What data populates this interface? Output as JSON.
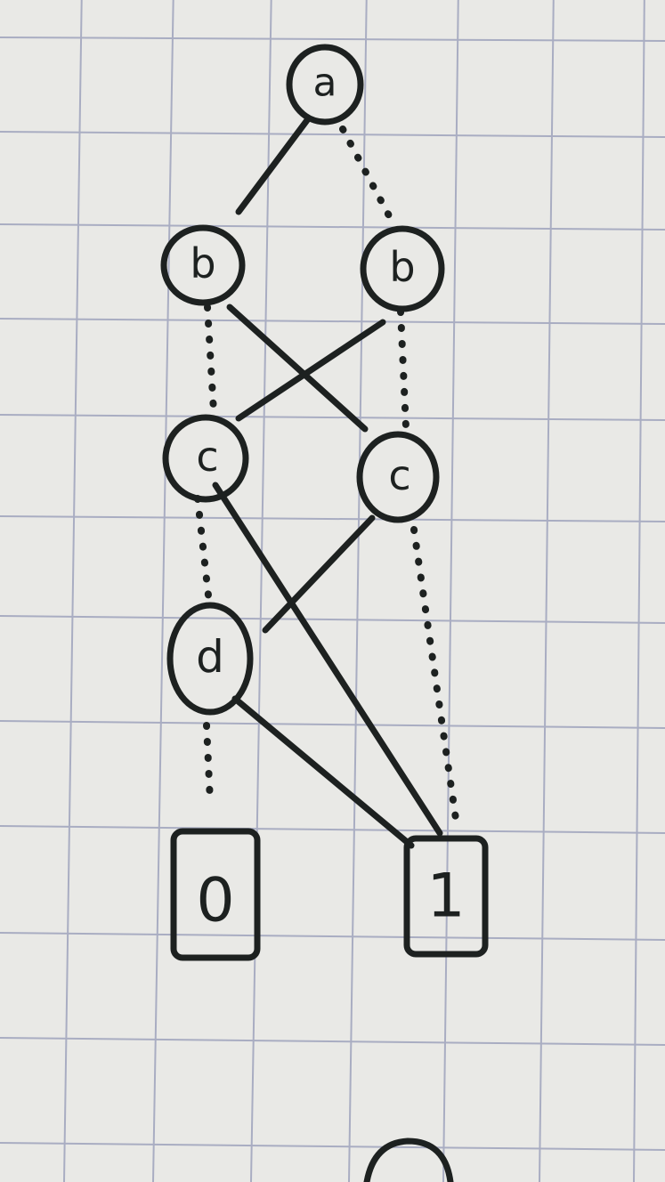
{
  "colors": {
    "paper": "#e9e9e6",
    "grid": "#a9adc2",
    "ink": "#1d2120"
  },
  "nodes": {
    "a": {
      "label": "a"
    },
    "b1": {
      "label": "b"
    },
    "b2": {
      "label": "b"
    },
    "c1": {
      "label": "c"
    },
    "c2": {
      "label": "c"
    },
    "d": {
      "label": "d"
    }
  },
  "terminals": {
    "zero": {
      "label": "0"
    },
    "one": {
      "label": "1"
    }
  },
  "edges": [
    {
      "from": "a",
      "to": "b1",
      "style": "solid"
    },
    {
      "from": "a",
      "to": "b2",
      "style": "dotted"
    },
    {
      "from": "b1",
      "to": "c1",
      "style": "dotted"
    },
    {
      "from": "b1",
      "to": "c2",
      "style": "solid"
    },
    {
      "from": "b2",
      "to": "c1",
      "style": "solid"
    },
    {
      "from": "b2",
      "to": "c2",
      "style": "dotted"
    },
    {
      "from": "c1",
      "to": "d",
      "style": "dotted"
    },
    {
      "from": "c1",
      "to": "one",
      "style": "solid"
    },
    {
      "from": "c2",
      "to": "d",
      "style": "solid"
    },
    {
      "from": "c2",
      "to": "one",
      "style": "dotted"
    },
    {
      "from": "d",
      "to": "zero",
      "style": "dotted"
    },
    {
      "from": "d",
      "to": "one",
      "style": "solid"
    }
  ]
}
